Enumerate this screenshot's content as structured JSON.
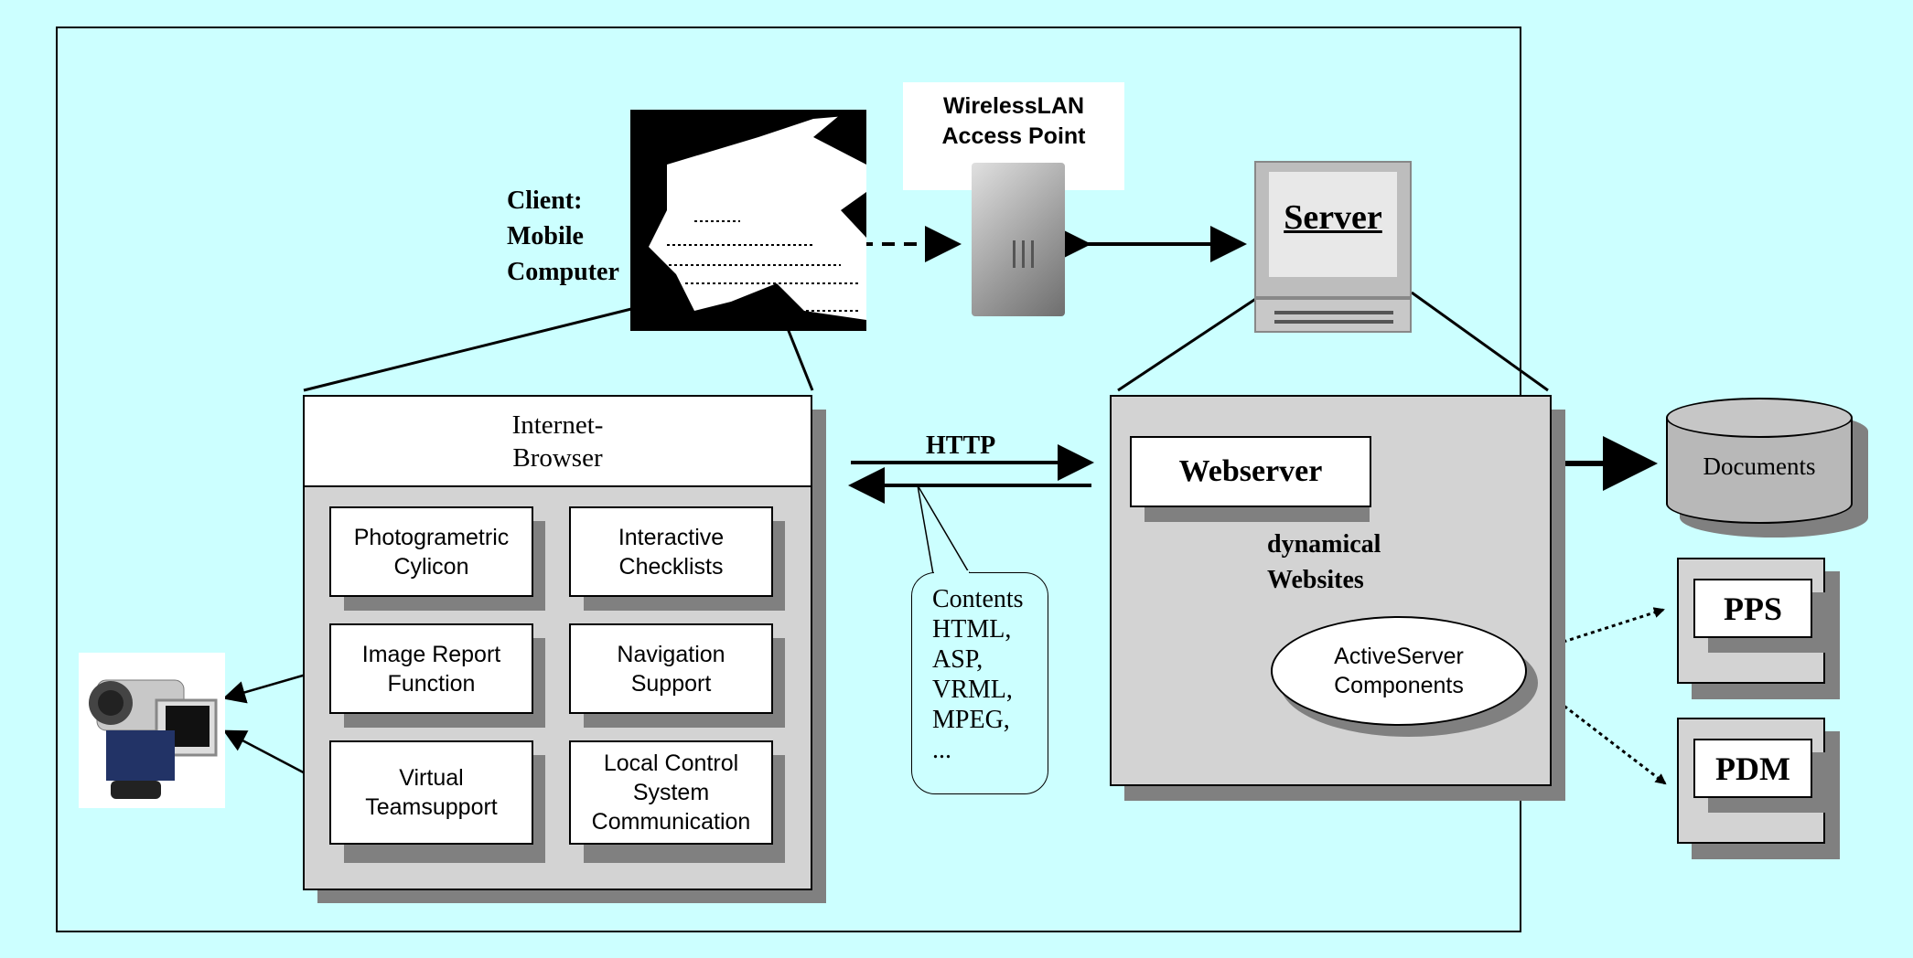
{
  "client_label": [
    "Client:",
    "Mobile",
    "Computer"
  ],
  "wireless_label": [
    "WirelessLAN",
    "Access Point"
  ],
  "server_label": "Server",
  "browser": {
    "title_line1": "Internet-",
    "title_line2": "Browser",
    "functions": [
      [
        "Photogrametric",
        "Cylicon"
      ],
      [
        "Interactive",
        "Checklists"
      ],
      [
        "Image Report",
        "Function"
      ],
      [
        "Navigation",
        "Support"
      ],
      [
        "Virtual",
        "Teamsupport"
      ],
      [
        "Local Control",
        "System",
        "Communication"
      ]
    ]
  },
  "http_label": "HTTP",
  "contents_callout": [
    "Contents",
    "HTML,",
    "ASP,",
    "VRML,",
    "MPEG,",
    "..."
  ],
  "webserver_label": "Webserver",
  "dynamical_label": [
    "dynamical",
    "Websites"
  ],
  "activeserver_label": [
    "ActiveServer",
    "Components"
  ],
  "documents_label": "Documents",
  "pps_label": "PPS",
  "pdm_label": "PDM",
  "colors": {
    "background": "#ccffff",
    "panel": "#d3d3d3",
    "shadow": "#808080"
  }
}
